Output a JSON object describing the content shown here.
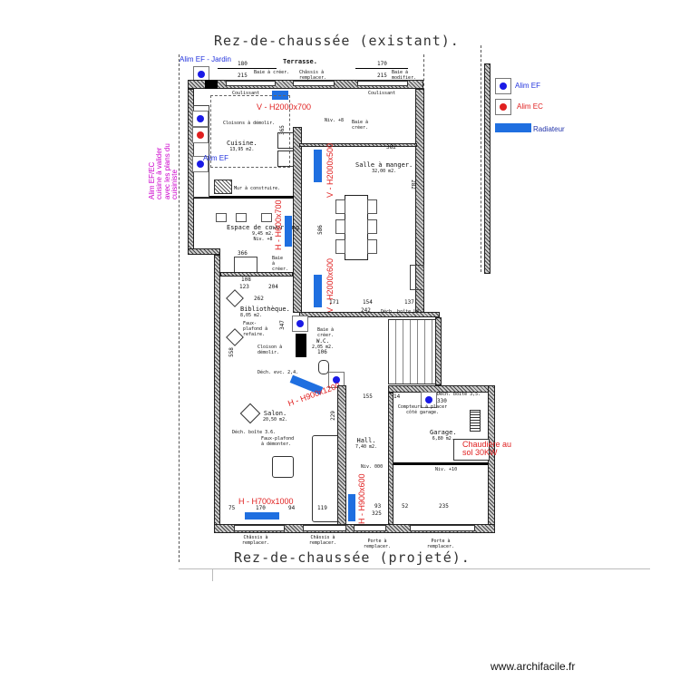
{
  "titles": {
    "top": "Rez-de-chaussée (existant).",
    "bottom": "Rez-de-chaussée (projeté)."
  },
  "legend": {
    "items": [
      {
        "icon": "blue-dot-icon",
        "label": "Alim EF",
        "color": "#1a1ae6"
      },
      {
        "icon": "red-dot-icon",
        "label": "Alim EC",
        "color": "#e02020"
      },
      {
        "icon": "radiator-bar-icon",
        "label": "Radiateur",
        "color": "#1f6fe0"
      }
    ]
  },
  "annotations": {
    "alim_ef_jardin": "Alim EF - Jardin",
    "alim_ef_kitchen": "Alim EF",
    "kitchen_note": "Alim EF/EC cuisine à valider avec les plans du cuisiniste",
    "chaudiere": "Chaudière au sol 30KW"
  },
  "radiators": [
    {
      "label": "V - H2000x700"
    },
    {
      "label": "V - H2000x500"
    },
    {
      "label": "H - H600x700"
    },
    {
      "label": "V - H2000x600"
    },
    {
      "label": "H - H900x1200"
    },
    {
      "label": "H - H700x1000"
    },
    {
      "label": "H - H900x600"
    }
  ],
  "rooms": [
    {
      "name": "Terrasse."
    },
    {
      "name": "Cuisine.",
      "area": "13,95 m2."
    },
    {
      "name": "Salle à manger.",
      "area": "32,00 m2."
    },
    {
      "name": "Espace de coworking",
      "area": "9,45 m2.",
      "level": "Niv. +8"
    },
    {
      "name": "Bibliothèque.",
      "area": "8,05 m2."
    },
    {
      "name": "W.C.",
      "area": "2,05 m2."
    },
    {
      "name": "Salon.",
      "area": "20,50 m2."
    },
    {
      "name": "Hall.",
      "area": "7,40 m2.",
      "level": "Niv. 000"
    },
    {
      "name": "Garage.",
      "area": "6,80 m2.",
      "level": "Niv. +10"
    }
  ],
  "notes": {
    "terrace_left": "Baie à créer.",
    "terrace_center": "Châssis à remplacer.",
    "terrace_right": "Baie à modifier.",
    "coulissant_left": "Coulissant",
    "coulissant_right": "Coulissant",
    "cloisons": "Cloisons à démolir.",
    "mur": "Mur à construire.",
    "niv_8": "Niv. +8",
    "baie_manger": "Baie à créer.",
    "baie_cowork": "Baie à créer.",
    "faux_plafond_biblio": "Faux-plafond à refaire.",
    "baie_wc": "Baie à créer.",
    "cloison_demolir": "Cloison à démolir.",
    "dech_bib": "Déch. evc. 2,4.",
    "dech_salon": "Déch. boîte 3.6.",
    "faux_plafond_salon": "Faux-plafond à démonter.",
    "dech_sam": "Déch. boîte L4.7.",
    "dech_garage": "Déch. boîte 3,5.",
    "comp_garage": "Compteurs à placer côté garage.",
    "bottom_1": "Châssis à remplacer.",
    "bottom_2": "Châssis à remplacer.",
    "bottom_3": "Porte à remplacer.",
    "bottom_4": "Porte à remplacer."
  },
  "dimensions": {
    "top_left": "180",
    "top_left_sub": "215",
    "top_right": "170",
    "top_right_sub": "215",
    "d365": "365",
    "d382": "382",
    "d282": "282",
    "d586": "586",
    "d386": "366",
    "d108": "108",
    "d123": "123",
    "d204": "204",
    "d262": "262",
    "d171": "171",
    "d154": "154",
    "d242": "242",
    "d137": "137",
    "d347": "347",
    "d106": "106",
    "d558": "558",
    "d155": "155",
    "d14": "14",
    "d330": "330",
    "d75": "75",
    "d170": "170",
    "d94": "94",
    "d119": "119",
    "d229": "229",
    "d52": "52",
    "d235": "235",
    "d325": "325",
    "d93": "93"
  },
  "watermark": "www.archifacile.fr"
}
